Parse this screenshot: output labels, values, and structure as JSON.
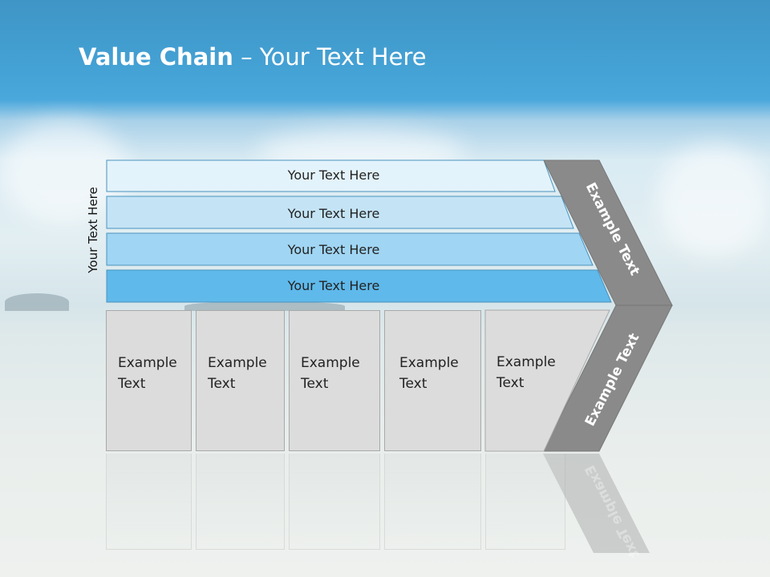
{
  "title": {
    "bold": "Value Chain",
    "rest": " – Your Text Here"
  },
  "side_label": "Your Text Here",
  "bars": [
    {
      "label": "Your Text Here",
      "color": "#e3f3fb"
    },
    {
      "label": "Your Text Here",
      "color": "#c4e4f6"
    },
    {
      "label": "Your Text Here",
      "color": "#a0d5f3"
    },
    {
      "label": "Your Text Here",
      "color": "#5fb9ea"
    }
  ],
  "boxes": [
    {
      "line1": "Example",
      "line2": "Text"
    },
    {
      "line1": "Example",
      "line2": "Text"
    },
    {
      "line1": "Example",
      "line2": "Text"
    },
    {
      "line1": "Example",
      "line2": "Text"
    },
    {
      "line1": "Example",
      "line2": "Text"
    }
  ],
  "chevron": {
    "upper_label": "Example Text",
    "lower_label": "Example Text",
    "color": "#8a8a8a"
  }
}
